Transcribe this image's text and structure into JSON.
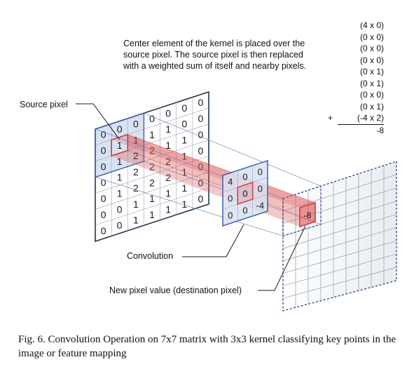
{
  "description_lines": [
    "Center element of the kernel is placed over the",
    "source pixel. The source pixel is then replaced",
    "with a weighted sum of itself and nearby pixels."
  ],
  "calculation": {
    "terms": [
      "(4 x 0)",
      "(0 x 0)",
      "(0 x 0)",
      "(0 x 0)",
      "(0 x 1)",
      "(0 x 1)",
      "(0 x 0)",
      "(0 x 1)",
      "(-4 x 2)"
    ],
    "operator": "+",
    "result": "-8"
  },
  "labels": {
    "source_pixel": "Source pixel",
    "convolution": "Convolution",
    "destination_pixel": "New pixel value (destination pixel)"
  },
  "input_matrix": [
    [
      "0",
      "0",
      "0",
      "0",
      "0",
      "0",
      "0"
    ],
    [
      "0",
      "1",
      "1",
      "1",
      "1",
      "0",
      "0"
    ],
    [
      "0",
      "1",
      "2",
      "2",
      "1",
      "1",
      "0"
    ],
    [
      "0",
      "1",
      "2",
      "2",
      "2",
      "1",
      "0"
    ],
    [
      "0",
      "1",
      "2",
      "2",
      "2",
      "1",
      "0"
    ],
    [
      "0",
      "0",
      "1",
      "1",
      "1",
      "1",
      "0"
    ],
    [
      "0",
      "0",
      "1",
      "1",
      "1",
      "1",
      "0"
    ]
  ],
  "kernel": [
    [
      "4",
      "0",
      "0"
    ],
    [
      "0",
      "0",
      "0"
    ],
    [
      "0",
      "0",
      "-4"
    ]
  ],
  "output_value": "-8",
  "caption": "Fig. 6.  Convolution Operation on 7x7 matrix with 3x3 kernel classifying key points in the image or feature mapping",
  "colors": {
    "highlight": "#d94545",
    "kernel_fill": "#d8e2f2",
    "frame": "#22364f",
    "grid_line": "#8f9cb0"
  }
}
